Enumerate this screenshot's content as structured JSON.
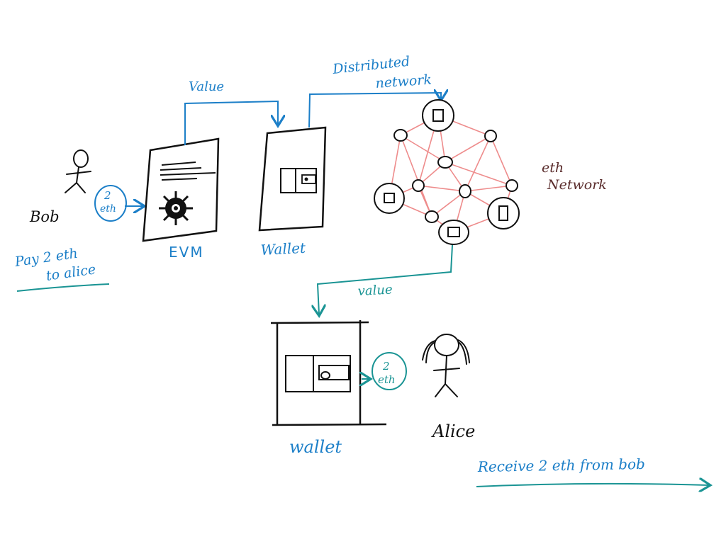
{
  "colors": {
    "blue": "#1c7fc8",
    "black": "#111111",
    "teal": "#1a9494",
    "pink": "#ee8c8c",
    "brown": "#5a2c2c"
  },
  "labels": {
    "bob": "Bob",
    "bob_coin_amount": "2",
    "bob_coin_unit": "eth",
    "bob_note_line1": "Pay 2 eth",
    "bob_note_line2": "to alice",
    "evm": "EVM",
    "wallet_top": "Wallet",
    "value_top": "Value",
    "distributed_line1": "Distributed",
    "distributed_line2": "network",
    "eth_network_line1": "eth",
    "eth_network_line2": "Network",
    "value_bottom": "value",
    "wallet_bottom": "wallet",
    "alice": "Alice",
    "alice_coin_amount": "2",
    "alice_coin_unit": "eth",
    "receive_note": "Receive 2 eth from bob"
  },
  "icons": {
    "bob": "stick-figure-icon",
    "alice": "stick-figure-long-hair-icon",
    "evm": "document-with-ethereum-logo-icon",
    "wallet_top": "wallet-icon",
    "wallet_bottom": "wallet-icon",
    "network": "node-graph-icon"
  }
}
